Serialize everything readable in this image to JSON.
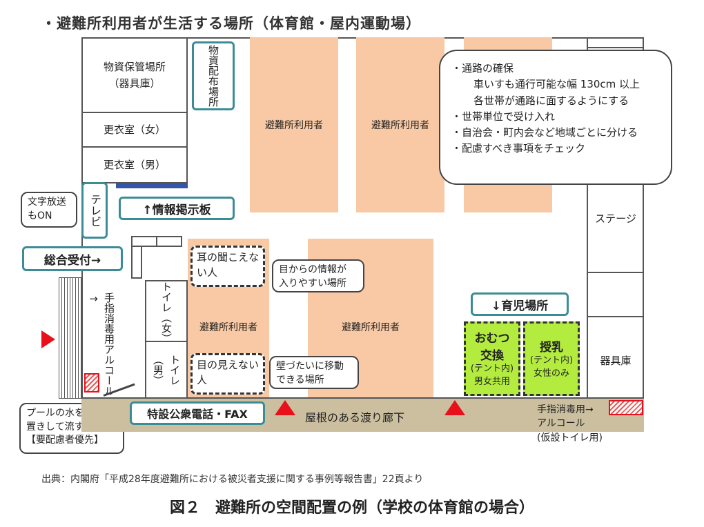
{
  "header": "・避難所利用者が生活する場所（体育館・屋内運動場）",
  "rooms": {
    "storage": "物資保管場所（器具庫）",
    "changing_female": "更衣室（女）",
    "changing_male": "更衣室（男）",
    "stage": "ステージ",
    "equipment": "器具庫",
    "toilet_female": "トイレ（女）",
    "toilet_male": "トイレ（男）"
  },
  "labels": {
    "supply_distribution": "物資配布場所",
    "tv": "テレビ",
    "info_board": "↑情報掲示板",
    "reception": "総合受付→",
    "sanitizer": "手指消毒用アルコール→",
    "childcare": "↓育児場所",
    "public_phone": "特設公衆電話・FAX",
    "corridor": "屋根のある渡り廊下",
    "sanitizer2": "手指消毒用→",
    "sanitizer2b": "アルコール",
    "sanitizer2c": "(仮設トイレ用)"
  },
  "evacuee_area": "避難所利用者",
  "priority_areas": {
    "hearing": "耳の聞こえない人",
    "vision": "目の見えない人"
  },
  "childcare_areas": {
    "diaper": {
      "title": "おむつ交換",
      "sub1": "(テント内)",
      "sub2": "男女共用"
    },
    "nursing": {
      "title": "授乳",
      "sub1": "(テント内)",
      "sub2": "女性のみ"
    }
  },
  "callouts": {
    "text_broadcast_1": "文字放送",
    "text_broadcast_2": "もON",
    "visual_info_1": "目からの情報が",
    "visual_info_2": "入りやすい場所",
    "wall_move_1": "壁づたいに移動",
    "wall_move_2": "できる場所",
    "pool_1": "プールの水を汲み",
    "pool_2": "置きして流す",
    "pool_3": "【要配慮者優先】"
  },
  "notes": {
    "n1": "・通路の確保",
    "n1a": "車いすも通行可能な幅 130cm 以上",
    "n1b": "各世帯が通路に面するようにする",
    "n2": "・世帯単位で受け入れ",
    "n3": "・自治会・町内会など地域ごとに分ける",
    "n4": "・配慮すべき事項をチェック"
  },
  "source": "出典：内閣府「平成28年度避難所における被災者支援に関する事例等報告書」22頁より",
  "figure_title": "図２　避難所の空間配置の例（学校の体育館の場合）",
  "colors": {
    "evacuee": "#f8c9a4",
    "childcare": "#b3ec3e",
    "teal": "#3c8c96",
    "marker": "#e8101a",
    "corridor": "#cbbf9f"
  }
}
